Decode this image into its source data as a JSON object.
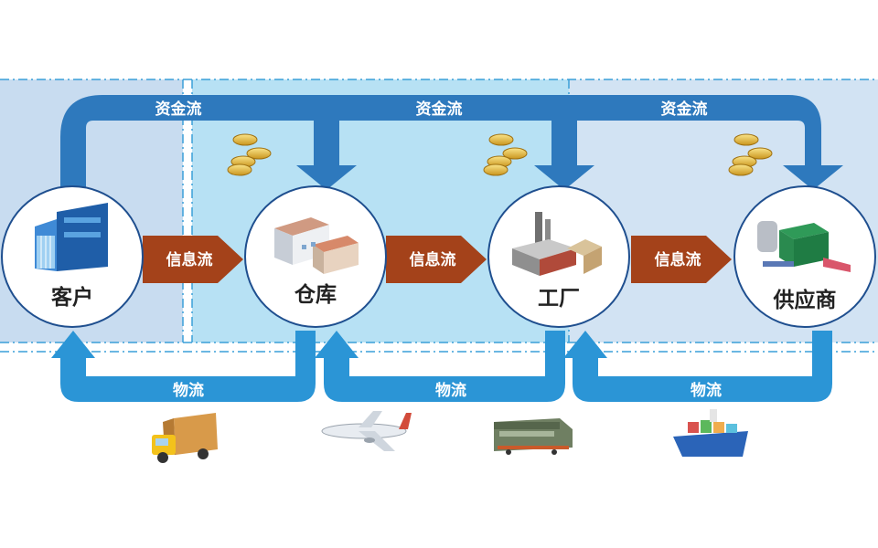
{
  "nodes": {
    "customer": "客户",
    "warehouse": "仓库",
    "factory": "工厂",
    "supplier": "供应商"
  },
  "flows": {
    "capital": [
      "资金流",
      "资金流",
      "资金流"
    ],
    "information": [
      "信息流",
      "信息流",
      "信息流"
    ],
    "logistics": [
      "物流",
      "物流",
      "物流"
    ]
  },
  "icons": {
    "customer": "office-building-icon",
    "warehouse": "warehouse-icon",
    "factory": "factory-icon",
    "supplier": "supplier-plant-icon",
    "money": "gold-coins-icon",
    "transport": [
      "truck-icon",
      "airplane-icon",
      "train-icon",
      "cargo-ship-icon"
    ]
  },
  "colors": {
    "capital_arrow": "#2e79bd",
    "info_arrow": "#a4421a",
    "logistics_arrow": "#2b95d6",
    "panel_left": "#c8dcf0",
    "panel_mid": "#b7e1f4",
    "panel_right": "#d2e3f3"
  }
}
